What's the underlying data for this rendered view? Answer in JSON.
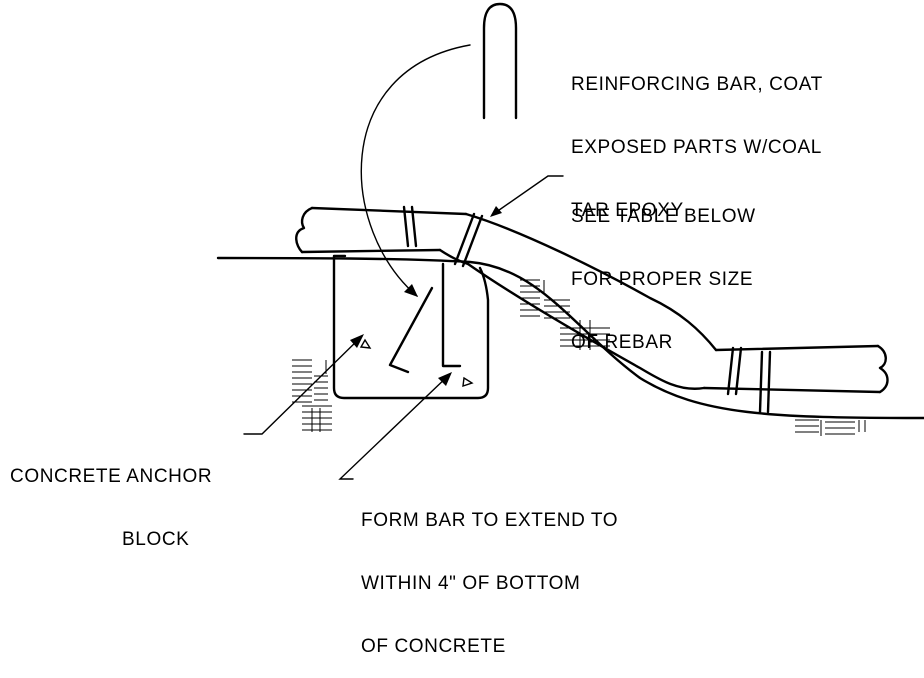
{
  "labels": {
    "rebar_note": [
      "REINFORCING BAR, COAT",
      "EXPOSED PARTS W/COAL",
      "TAR EPOXY"
    ],
    "table_note": [
      "SEE TABLE BELOW",
      "FOR PROPER SIZE",
      "OF REBAR"
    ],
    "anchor_block": [
      "CONCRETE ANCHOR",
      "BLOCK"
    ],
    "form_bar_note": [
      "FORM BAR TO EXTEND TO",
      "WITHIN 4\" OF BOTTOM",
      "OF CONCRETE"
    ]
  }
}
